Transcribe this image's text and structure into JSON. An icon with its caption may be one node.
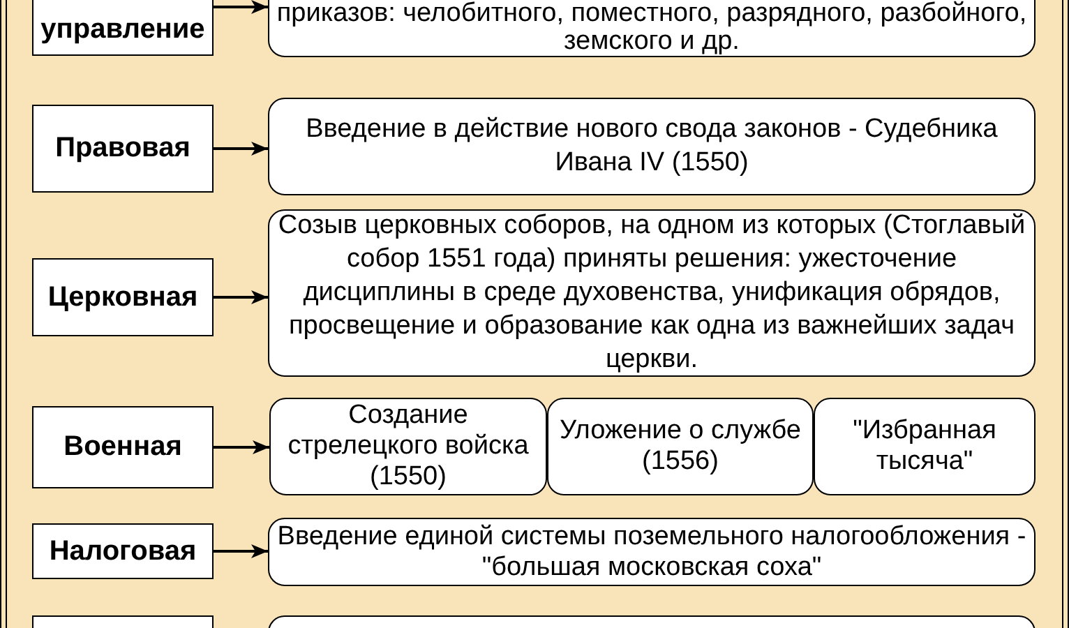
{
  "diagram": {
    "nodes": [
      {
        "text": [],
        "shape": "box"
      },
      {
        "text": [
          "управление"
        ],
        "in": 0
      },
      {
        "text": [
          "приказов: челобитного, поместного, разрядного, разбойного, земского и др."
        ],
        "in": 0
      },
      {
        "text": [
          "Правовая"
        ],
        "in": 0
      },
      {
        "text": [
          "Введение в действие нового свода законов - Судебника Ивана IV (1550)"
        ],
        "in": 0
      },
      {
        "text": [
          "Церковная"
        ],
        "in": 0
      },
      {
        "text": [
          "Созыв церковных соборов, на одном из которых (Стоглавый собор 1551 года) приняты решения: ужесточение дисциплины в среде духовенства, унификация обрядов, просвещение и образование как одна из важнейших задач церкви."
        ],
        "in": 0
      },
      {
        "text": [
          "Военная"
        ],
        "in": 0
      },
      {
        "text": [
          "Создание стрелецкого войска (1550)"
        ],
        "in": 0
      },
      {
        "text": [
          "Уложение о службе (1556)"
        ],
        "in": 0
      },
      {
        "text": [
          "\"Избранная тысяча\""
        ],
        "in": 0
      },
      {
        "text": [
          "Налоговая"
        ],
        "in": 0
      },
      {
        "text": [
          "Введение единой системы поземельного налогообложения - \"большая московская соха\""
        ],
        "in": 0
      },
      {
        "text": [],
        "shape": "box",
        "in": 0
      },
      {
        "text": [],
        "shape": "box",
        "in": 0
      }
    ],
    "edges": [
      {
        "from": 1,
        "to": 2,
        "arrow": "to"
      },
      {
        "from": 3,
        "to": 4,
        "arrow": "to"
      },
      {
        "from": 5,
        "to": 6,
        "arrow": "to"
      },
      {
        "from": 7,
        "to": 8,
        "arrow": "to"
      },
      {
        "from": 11,
        "to": 12,
        "arrow": "to"
      }
    ]
  }
}
